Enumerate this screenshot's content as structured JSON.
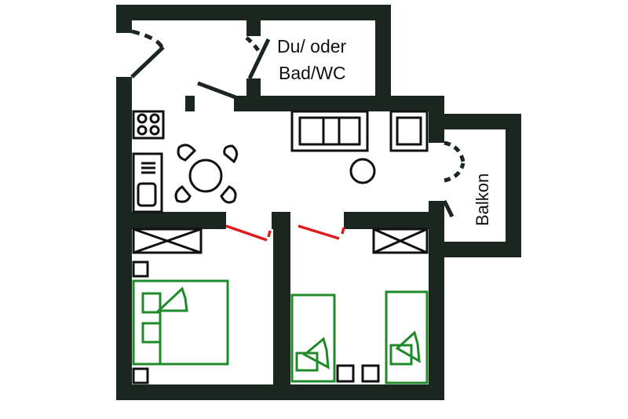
{
  "colors": {
    "wall": "#1c2620",
    "furniture": "#111111",
    "bed": "#1f8a2a",
    "door_opening": "#e01b1b",
    "background": "#ffffff"
  },
  "rooms": {
    "bathroom_line1": "Du/ oder",
    "bathroom_line2": "Bad/WC",
    "balcony": "Balkon"
  },
  "icons": [
    "stove-icon",
    "sink-icon",
    "dining-table-icon",
    "sofa-icon",
    "armchair-icon",
    "round-table-icon",
    "wardrobe-icon",
    "bed-icon",
    "nightstand-icon"
  ]
}
